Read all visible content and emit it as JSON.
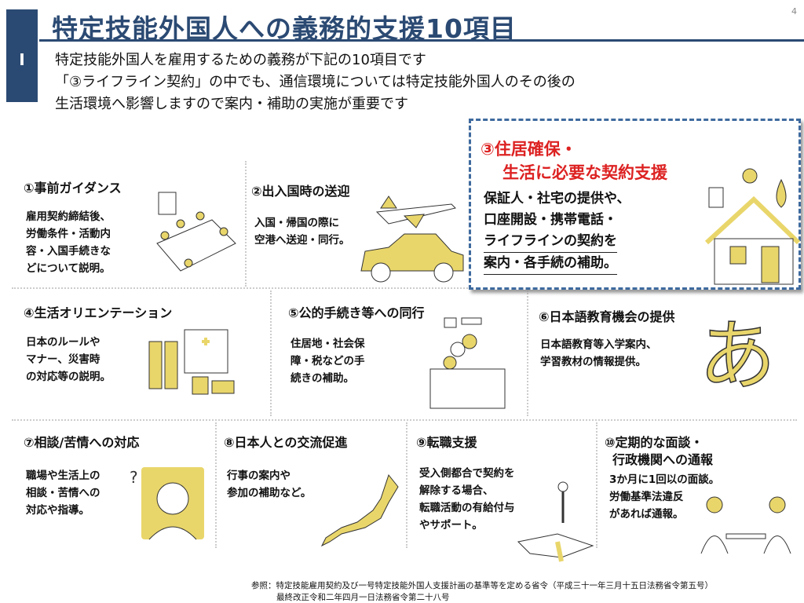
{
  "header": {
    "section_marker": "I",
    "title": "特定技能外国人への義務的支援10項目",
    "page_number": "4"
  },
  "intro": [
    "特定技能外国人を雇用するための義務が下記の10項目です",
    "「③ライフライン契約」の中でも、通信環境については特定技能外国人のその後の",
    "生活環境へ影響しますので案内・補助の実施が重要です"
  ],
  "highlight": {
    "title_line1": "③住居確保・",
    "title_line2": "生活に必要な契約支援",
    "body": [
      "保証人・社宅の提供や、",
      "口座開設・携帯電話・",
      "ライフラインの契約を",
      "案内・各手続の補助。"
    ]
  },
  "items": [
    {
      "title": "①事前ガイダンス",
      "body": [
        "雇用契約締結後、",
        "労働条件・活動内",
        "容・入国手続きな",
        "どについて説明。"
      ]
    },
    {
      "title": "②出入国時の送迎",
      "body": [
        "入国・帰国の際に",
        "空港へ送迎・同行。"
      ]
    },
    {
      "title": "④生活オリエンテーション",
      "body": [
        "日本のルールや",
        "マナー、災害時",
        "の対応等の説明。"
      ]
    },
    {
      "title": "⑤公的手続き等への同行",
      "body": [
        "住居地・社会保",
        "障・税などの手",
        "続きの補助。"
      ]
    },
    {
      "title": "⑥日本語教育機会の提供",
      "body": [
        "日本語教育等入学案内、",
        "学習教材の情報提供。"
      ],
      "glyph": "あ"
    },
    {
      "title": "⑦相談/苦情への対応",
      "body": [
        "職場や生活上の",
        "相談・苦情への",
        "対応や指導。"
      ]
    },
    {
      "title": "⑧日本人との交流促進",
      "body": [
        "行事の案内や",
        "参加の補助など。"
      ]
    },
    {
      "title": "⑨転職支援",
      "body": [
        "受入側都合で契約を",
        "解除する場合、",
        "転職活動の有給付与",
        "やサポート。"
      ]
    },
    {
      "title": "⑩定期的な面談・",
      "title2": "行政機関への通報",
      "body": [
        "3か月に1回以の面談。",
        "労働基準法違反",
        "があれば通報。"
      ]
    }
  ],
  "footer": [
    "参照：特定技能雇用契約及び一号特定技能外国人支援計画の基準等を定める省令（平成三十一年三月十五日法務省令第五号）",
    "最終改正令和二年四月一日法務省令第二十八号"
  ],
  "colors": {
    "navy": "#2b4a73",
    "accent_red": "#dd2222",
    "illustration_yellow": "#e9d66b"
  }
}
